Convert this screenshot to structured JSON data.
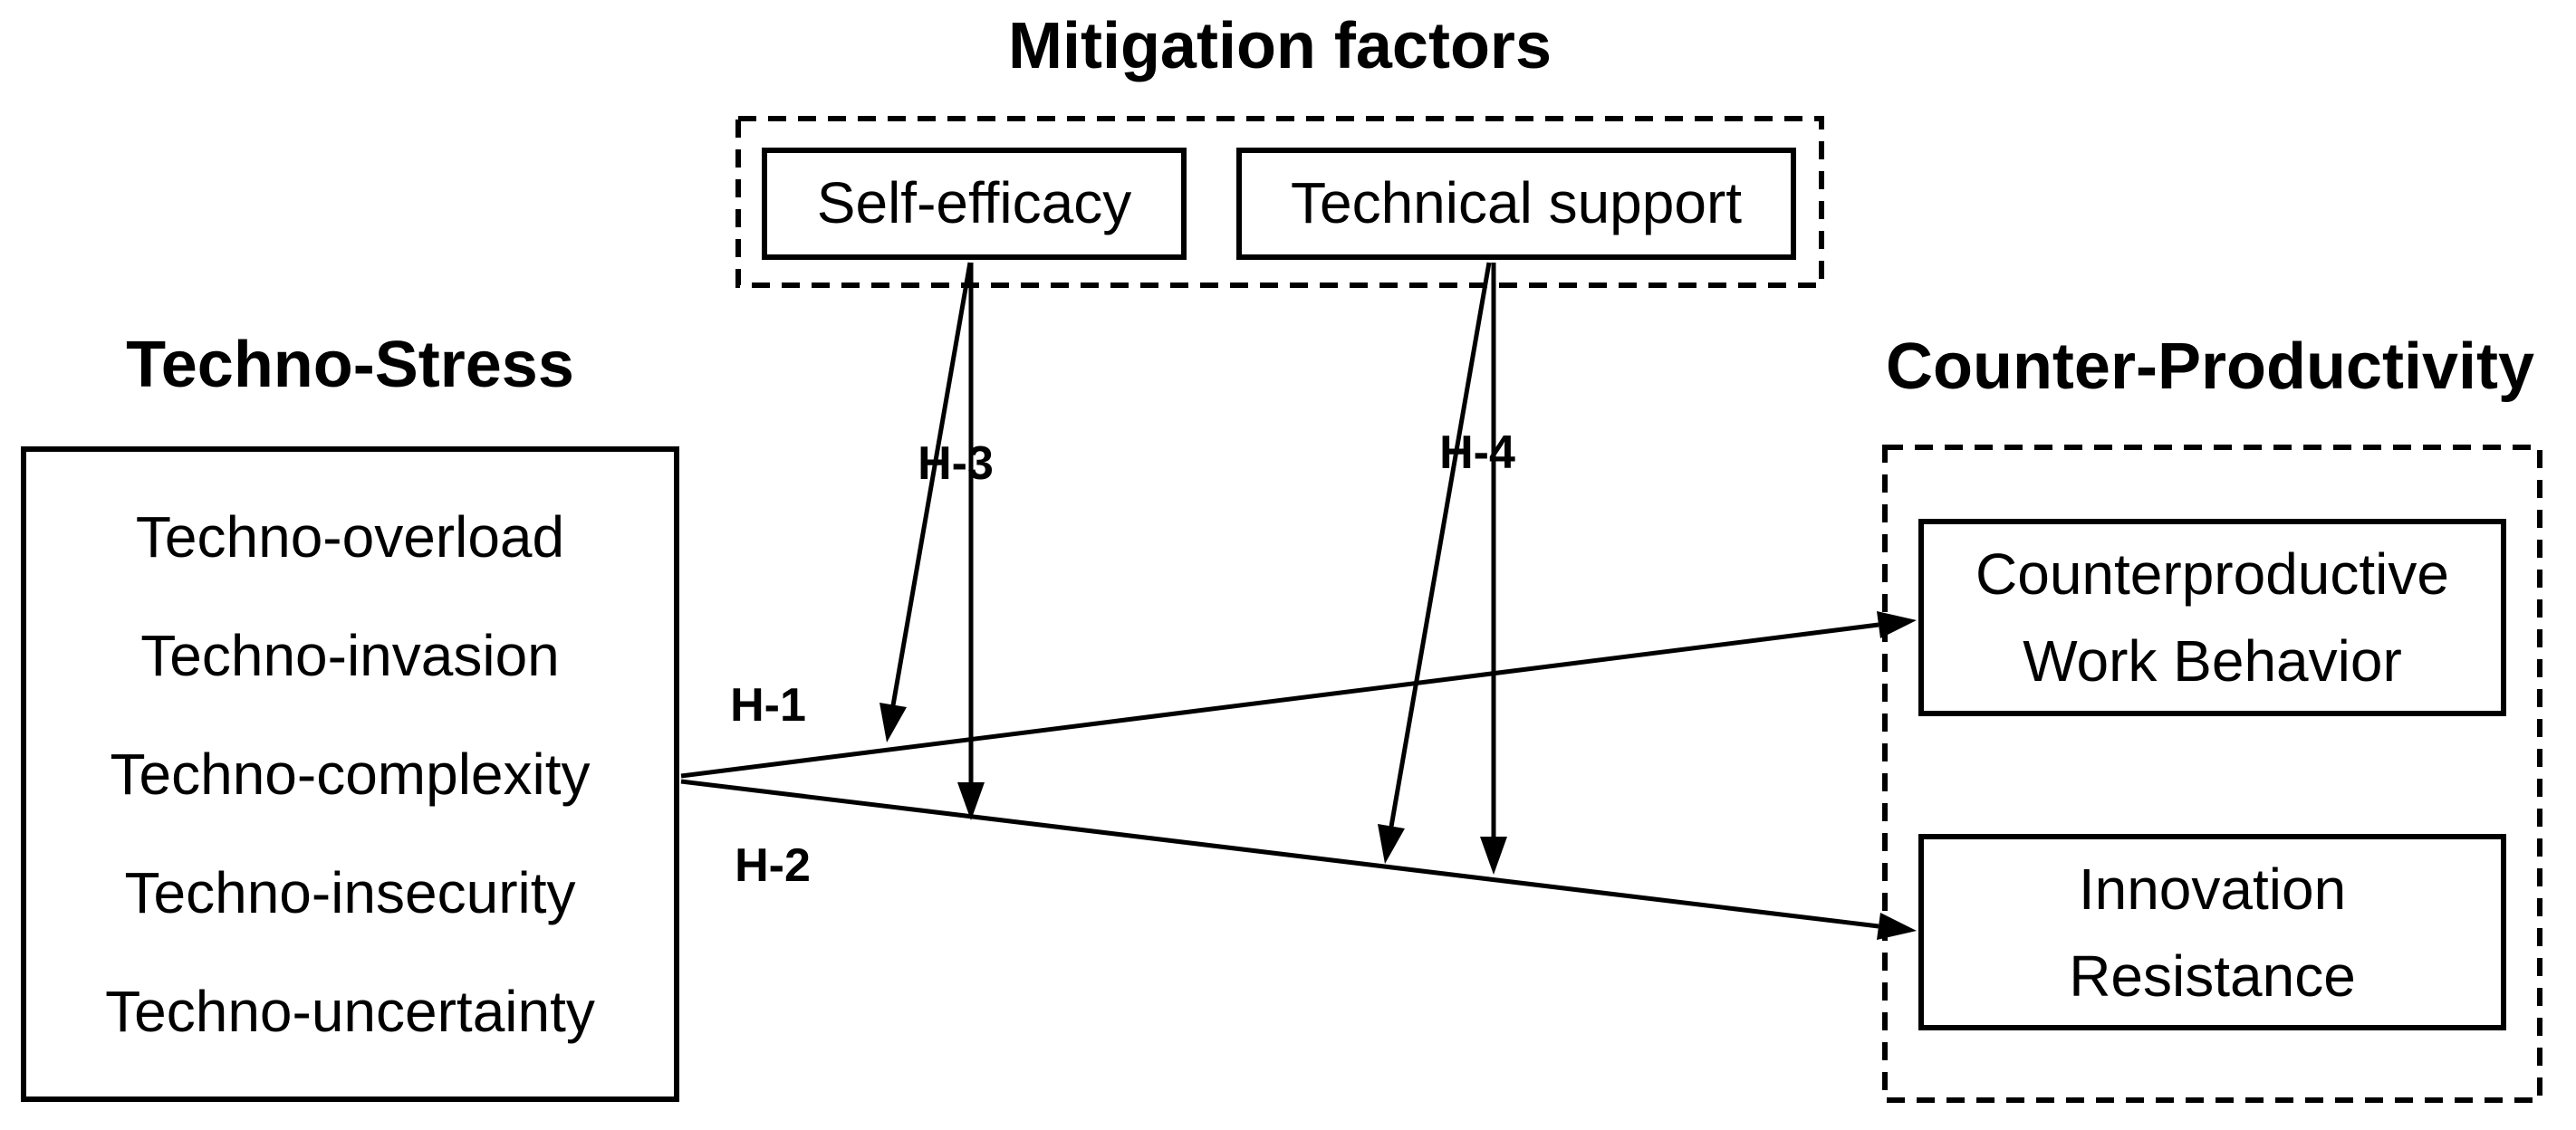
{
  "canvas": {
    "background_color": "#ffffff",
    "ink_color": "#000000"
  },
  "mitigation": {
    "title": "Mitigation factors",
    "boxes": [
      {
        "label": "Self-efficacy"
      },
      {
        "label": "Technical support"
      }
    ]
  },
  "techno_stress": {
    "title": "Techno-Stress",
    "items": [
      "Techno-overload",
      "Techno-invasion",
      "Techno-complexity",
      "Techno-insecurity",
      "Techno-uncertainty"
    ]
  },
  "counter_productivity": {
    "title": "Counter-Productivity",
    "boxes": [
      {
        "label": "Counterproductive\nWork Behavior"
      },
      {
        "label": "Innovation\nResistance"
      }
    ]
  },
  "hypothesis_labels": {
    "h1": "H-1",
    "h2": "H-2",
    "h3": "H-3",
    "h4": "H-4"
  }
}
